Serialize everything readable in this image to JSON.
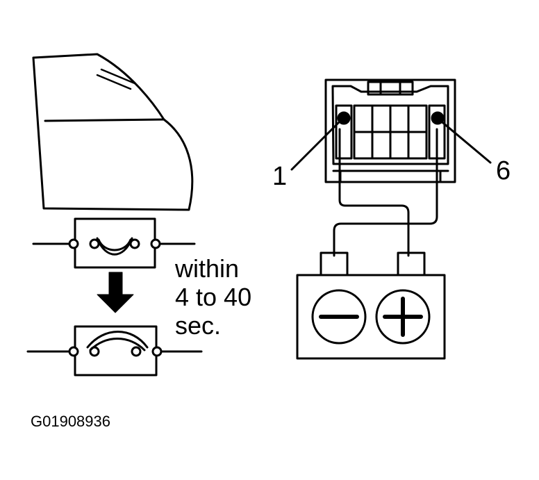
{
  "figure_code": "G01908936",
  "timing_note": {
    "line1": "within",
    "line2": "4 to 40",
    "line3": "sec."
  },
  "connector": {
    "pin_left_label": "1",
    "pin_right_label": "6"
  },
  "battery": {
    "negative_symbol": "minus-icon",
    "positive_symbol": "plus-icon"
  },
  "colors": {
    "ink": "#000000",
    "paper": "#ffffff"
  }
}
